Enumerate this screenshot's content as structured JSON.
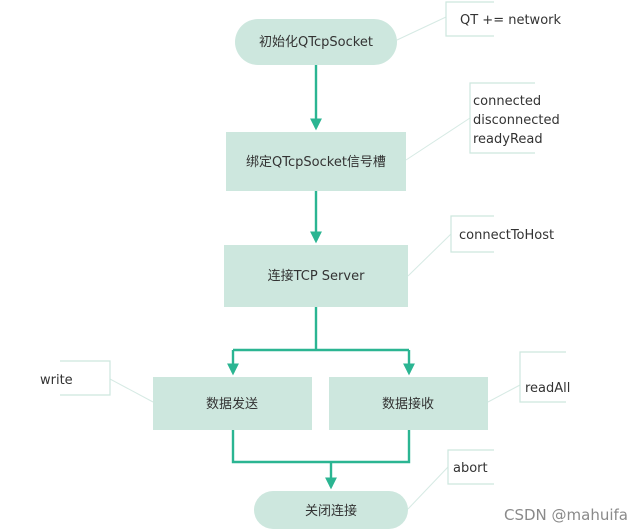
{
  "diagram": {
    "colors": {
      "node_fill": "#cde7de",
      "arrow": "#2bb592",
      "connector": "#d6eae4",
      "note_bracket": "#cde7de"
    },
    "nodes": {
      "init": "初始化QTcpSocket",
      "bind": "绑定QTcpSocket信号槽",
      "connect": "连接TCP Server",
      "send": "数据发送",
      "receive": "数据接收",
      "close": "关闭连接"
    },
    "notes": {
      "init": [
        "QT += network"
      ],
      "bind": [
        "connected",
        "disconnected",
        "readyRead"
      ],
      "connect": [
        "connectToHost"
      ],
      "send": [
        "write"
      ],
      "receive": [
        "readAll"
      ],
      "close": [
        "abort"
      ]
    }
  },
  "watermark": "CSDN @mahuifa"
}
